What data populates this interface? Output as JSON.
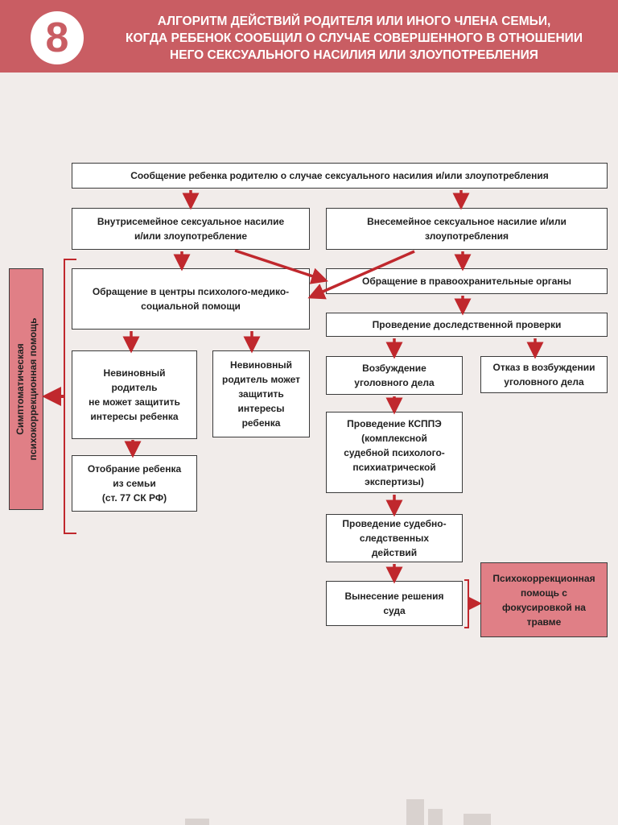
{
  "header": {
    "badge": "8",
    "title": "АЛГОРИТМ ДЕЙСТВИЙ РОДИТЕЛЯ ИЛИ ИНОГО ЧЛЕНА СЕМЬИ,\nКОГДА РЕБЕНОК СООБЩИЛ О СЛУЧАЕ СОВЕРШЕННОГО В ОТНОШЕНИИ\nНЕГО СЕКСУАЛЬНОГО НАСИЛИЯ ИЛИ ЗЛОУПОТРЕБЛЕНИЯ"
  },
  "colors": {
    "accent": "#c95d63",
    "box_pink": "#e07f86",
    "arrow": "#c0282d"
  },
  "flow": {
    "report": "Сообщение ребенка родителю о случае сексуального насилия и/или злоупотребления",
    "intrafamily": "Внутрисемейное сексуальное насилие\nи/или злоупотребление",
    "extrafamily": "Внесемейное сексуальное насилие и/или\nзлоупотребления",
    "centers": "Обращение в центры психолого-медико-\nсоциальной помощи",
    "police": "Обращение в правоохранительные органы",
    "precheck": "Проведение доследственной проверки",
    "parent_cannot": "Невиновный родитель\nне может защитить\nинтересы ребенка",
    "parent_can": "Невиновный\nродитель может\nзащитить\nинтересы\nребенка",
    "removal": "Отобрание ребенка\nиз семьи\n(ст. 77 СК РФ)",
    "case_open": "Возбуждение\nуголовного дела",
    "case_refusal": "Отказ в возбуждении\nуголовного дела",
    "expertise": "Проведение КСППЭ\n(комплексной\nсудебной психолого-\nпсихиатрической\nэкспертизы)",
    "investigation": "Проведение судебно-\nследственных\nдействий",
    "court": "Вынесение решения\nсуда",
    "trauma_help": "Психокоррекционная\nпомощь с\nфокусировкой на\nтравме",
    "symptomatic": "Симптоматическая\nпсихокоррекционная помощь"
  }
}
